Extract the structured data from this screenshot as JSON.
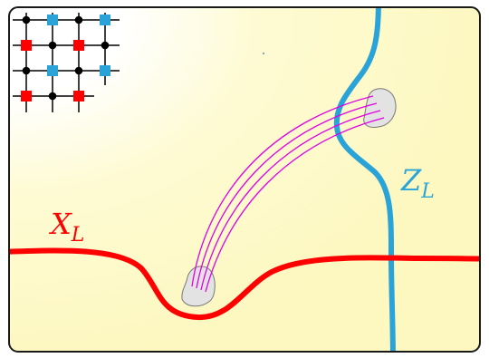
{
  "labels": {
    "x_logical": {
      "main": "X",
      "sub": "L"
    },
    "z_logical": {
      "main": "Z",
      "sub": "L"
    }
  },
  "colors": {
    "background_light": "#ffffff",
    "background_warm": "#fdf9c2",
    "frame": "#1a1a1a",
    "x_operator": "#ff0000",
    "z_operator": "#29a3d8",
    "x_stabilizer": "#ff0000",
    "z_stabilizer": "#2aa3d9",
    "data_qubit": "#000000",
    "string": "#e100e1",
    "defect": "#e3e3e3",
    "defect_outline": "#777777"
  },
  "lattice": {
    "rows": 4,
    "cols": 4,
    "description_items": [
      "data-qubit",
      "x-stabilizer",
      "z-stabilizer"
    ]
  }
}
